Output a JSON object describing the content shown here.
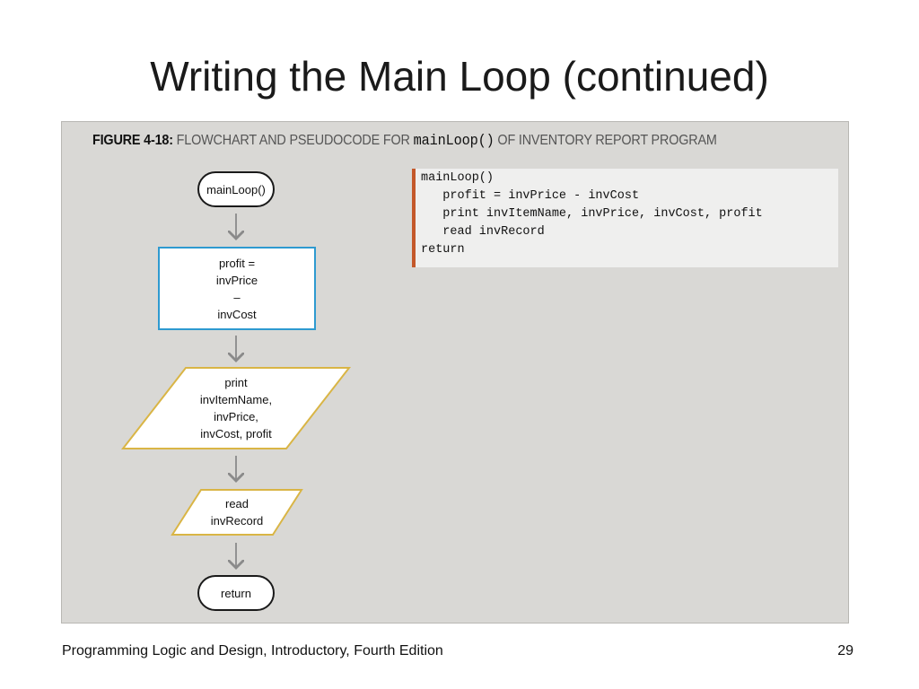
{
  "slide": {
    "title": "Writing the Main Loop (continued)",
    "footer_left": "Programming Logic and Design, Introductory, Fourth Edition",
    "page_number": "29"
  },
  "figure": {
    "number": "FIGURE 4-18:",
    "caption_prefix": "FLOWCHART AND PSEUDOCODE FOR",
    "caption_code": "mainLoop()",
    "caption_suffix": "OF INVENTORY REPORT PROGRAM"
  },
  "flowchart": {
    "start": "mainLoop()",
    "process_lines": [
      "profit =",
      "invPrice",
      "–",
      "invCost"
    ],
    "print_lines": [
      "print",
      "invItemName,",
      "invPrice,",
      "invCost, profit"
    ],
    "read_lines": [
      "read",
      "invRecord"
    ],
    "end": "return",
    "colors": {
      "process_border": "#2e9ad0",
      "io_border": "#d9b545",
      "terminal_border": "#1a1a1a",
      "arrow": "#8a8a8a",
      "code_bar": "#c4582a"
    }
  },
  "pseudocode": [
    "mainLoop()",
    "   profit = invPrice - invCost",
    "   print invItemName, invPrice, invCost, profit",
    "   read invRecord",
    "return"
  ]
}
